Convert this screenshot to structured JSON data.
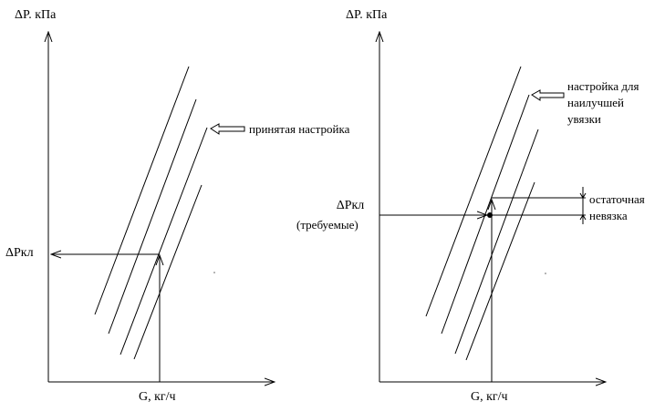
{
  "left_diagram": {
    "y_axis_label": "ΔP. кПа",
    "x_axis_label": "G, кг/ч",
    "y_marker_label": "ΔPкл",
    "annotation": "принятая настройка"
  },
  "right_diagram": {
    "y_axis_label": "ΔP. кПа",
    "x_axis_label": "G, кг/ч",
    "y_marker_label_line1": "ΔPкл",
    "y_marker_label_line2": "(требуемые)",
    "annotation_line1": "настройка для",
    "annotation_line2": "наилучшей",
    "annotation_line3": "увязки",
    "residual_line1": "остаточная",
    "residual_line2": "невязка"
  },
  "colors": {
    "ink": "#000000",
    "background": "#ffffff"
  }
}
